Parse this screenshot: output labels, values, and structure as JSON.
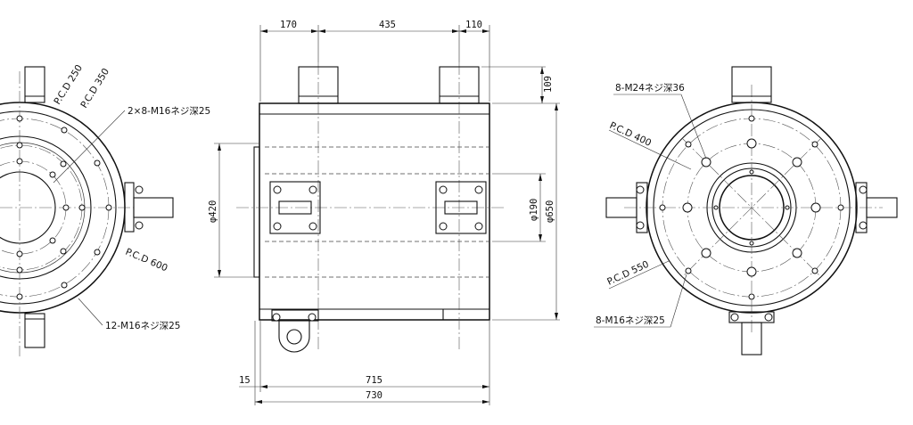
{
  "dimensions": {
    "top_left": "170",
    "top_mid": "435",
    "top_right": "110",
    "height_port": "109",
    "phi_420": "φ420",
    "phi_190": "φ190",
    "phi_650": "φ650",
    "bottom_15": "15",
    "bottom_715": "715",
    "bottom_730": "730"
  },
  "left_view": {
    "pcd_250": "P.C.D 250",
    "pcd_350": "P.C.D 350",
    "pcd_600": "P.C.D 600",
    "note_tapped_2x8": "2×8-M16ネジ深25",
    "note_tapped_12": "12-M16ネジ深25"
  },
  "right_view": {
    "note_m24": "8-M24ネジ深36",
    "pcd_400": "P.C.D 400",
    "pcd_550": "P.C.D 550",
    "note_m16": "8-M16ネジ深25"
  }
}
